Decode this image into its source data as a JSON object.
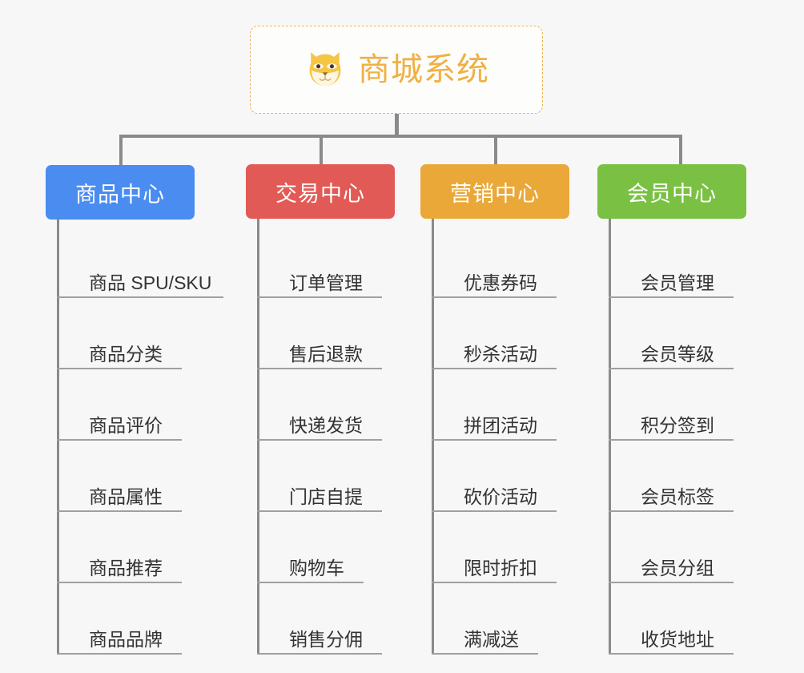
{
  "canvas": {
    "background": "#f7f7f7",
    "connector_color": "#8a8a8a"
  },
  "root": {
    "title": "商城系统",
    "icon": "shiba-dog-face-icon",
    "text_color": "#f0b042",
    "border_color": "#e8b657",
    "background": "#fdfdfc"
  },
  "branches": [
    {
      "label": "商品中心",
      "color": "#4a8cf0",
      "items": [
        "商品 SPU/SKU",
        "商品分类",
        "商品评价",
        "商品属性",
        "商品推荐",
        "商品品牌"
      ]
    },
    {
      "label": "交易中心",
      "color": "#e25a56",
      "items": [
        "订单管理",
        "售后退款",
        "快递发货",
        "门店自提",
        "购物车",
        "销售分佣"
      ]
    },
    {
      "label": "营销中心",
      "color": "#eaa838",
      "items": [
        "优惠券码",
        "秒杀活动",
        "拼团活动",
        "砍价活动",
        "限时折扣",
        "满减送"
      ]
    },
    {
      "label": "会员中心",
      "color": "#7ac143",
      "items": [
        "会员管理",
        "会员等级",
        "积分签到",
        "会员标签",
        "会员分组",
        "收货地址"
      ]
    }
  ]
}
